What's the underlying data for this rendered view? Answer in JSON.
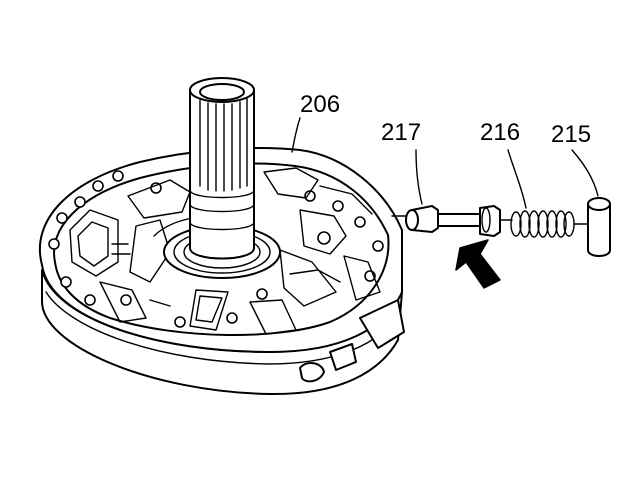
{
  "callouts": {
    "pump_body": "206",
    "valve": "217",
    "spring": "216",
    "pin": "215"
  }
}
